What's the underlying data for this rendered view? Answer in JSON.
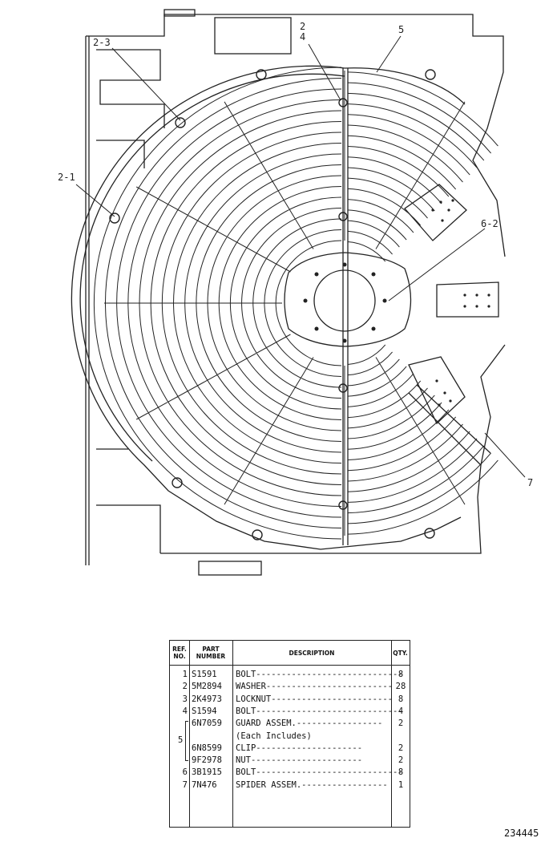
{
  "callouts": {
    "c2_3": "2-3",
    "c2": "2",
    "c4": "4",
    "c5": "5",
    "c2_1": "2-1",
    "c6_2": "6-2",
    "c7": "7"
  },
  "table": {
    "headers": {
      "ref": "REF. NO.",
      "part": "PART NUMBER",
      "desc": "DESCRIPTION",
      "qty": "QTY."
    },
    "rows": [
      {
        "ref": "1",
        "part": "S1591",
        "desc": "BOLT-----------------------------",
        "qty": "8"
      },
      {
        "ref": "2",
        "part": "5M2894",
        "desc": "WASHER-------------------------",
        "qty": "28"
      },
      {
        "ref": "3",
        "part": "2K4973",
        "desc": "LOCKNUT------------------------",
        "qty": "8"
      },
      {
        "ref": "4",
        "part": "S1594",
        "desc": "BOLT-----------------------------",
        "qty": "4"
      },
      {
        "ref": "",
        "part": "6N7059",
        "desc": "GUARD ASSEM.-----------------",
        "qty": "2"
      },
      {
        "ref": "",
        "part": "",
        "desc": "  (Each Includes)",
        "qty": ""
      },
      {
        "ref": "",
        "part": "6N8599",
        "desc": "    CLIP---------------------",
        "qty": "2"
      },
      {
        "ref": "",
        "part": "9F2978",
        "desc": "    NUT----------------------",
        "qty": "2"
      },
      {
        "ref": "6",
        "part": "3B1915",
        "desc": "BOLT-----------------------------",
        "qty": "8"
      },
      {
        "ref": "7",
        "part": "7N476",
        "desc": "SPIDER ASSEM.-----------------",
        "qty": "1"
      }
    ],
    "bracket_ref": "5"
  },
  "drawing_number": "234445"
}
